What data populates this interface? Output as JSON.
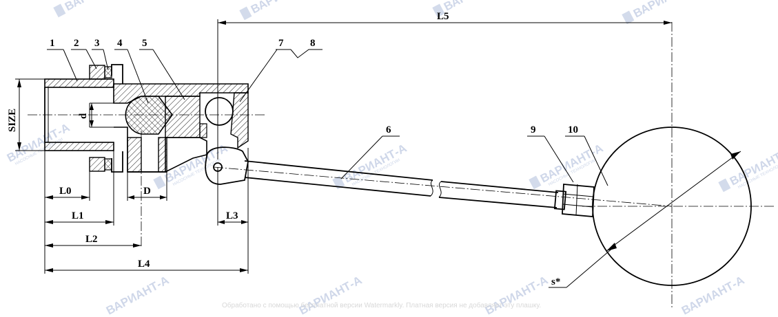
{
  "callouts": [
    "1",
    "2",
    "3",
    "4",
    "5",
    "6",
    "7",
    "8",
    "9",
    "10"
  ],
  "dimensions": {
    "size": "SIZE",
    "d_small": "d",
    "d_large": "D",
    "l0": "L0",
    "l1": "L1",
    "l2": "L2",
    "l3": "L3",
    "l4": "L4",
    "l5": "L5",
    "s": "s*"
  },
  "watermark": {
    "brand": "ВАРИАНТ-А",
    "subtitle": "НАСОСНЫЕ ТЕХНОЛОГИИ"
  },
  "footer_note": "Обработано с помощью бесплатной версии Watermarkly. Платная версия не добавляет эту плашку."
}
